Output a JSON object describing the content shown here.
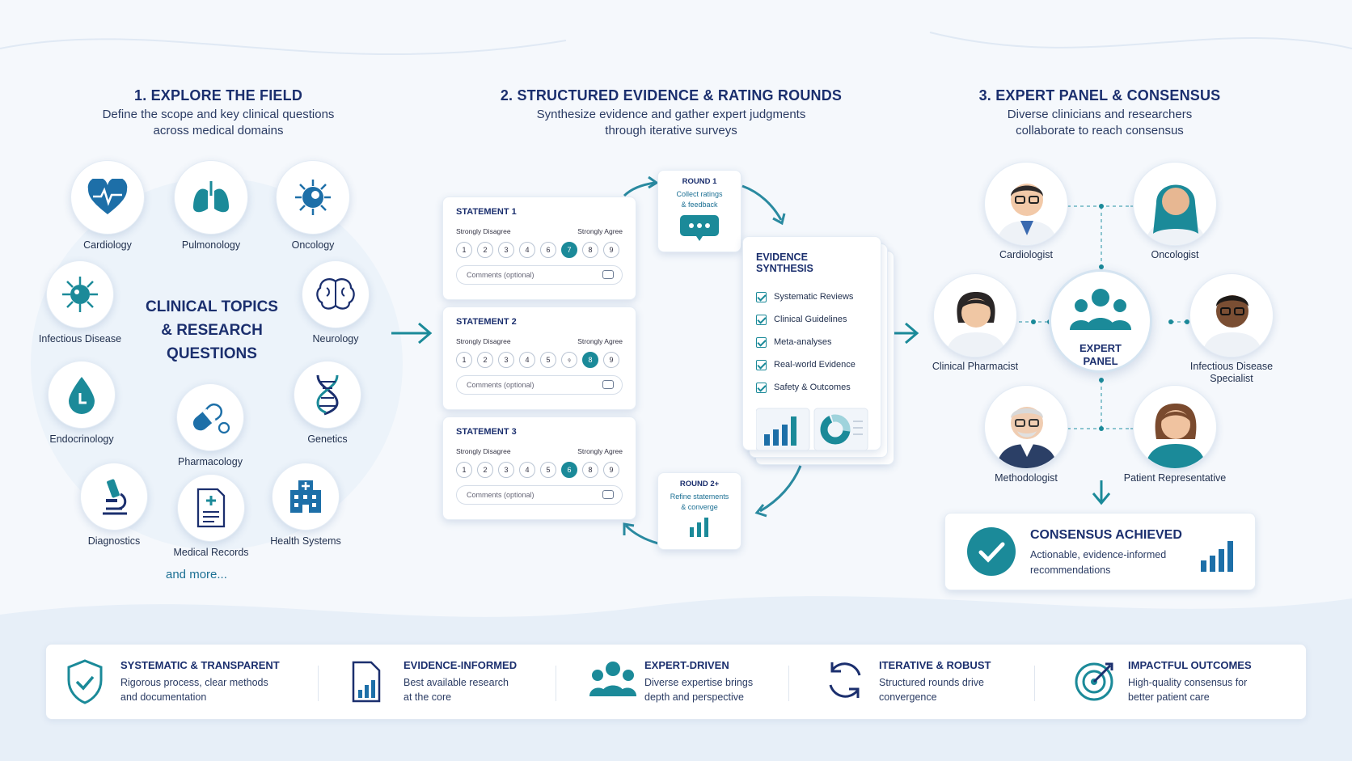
{
  "sections": [
    {
      "title": "1. EXPLORE THE FIELD",
      "subtitle_1": "Define the scope and key clinical questions",
      "subtitle_2": "across medical domains"
    },
    {
      "title": "2. STRUCTURED EVIDENCE & RATING ROUNDS",
      "subtitle_1": "Synthesize evidence and gather expert judgments",
      "subtitle_2": "through iterative surveys"
    },
    {
      "title": "3. EXPERT PANEL & CONSENSUS",
      "subtitle_1": "Diverse clinicians and researchers",
      "subtitle_2": "collaborate to reach consensus"
    }
  ],
  "topics": {
    "hub_1": "CLINICAL TOPICS",
    "hub_2": "& RESEARCH",
    "hub_3": "QUESTIONS",
    "items": [
      "Cardiology",
      "Pulmonology",
      "Oncology",
      "Infectious Disease",
      "Neurology",
      "Endocrinology",
      "Pharmacology",
      "Genetics",
      "Diagnostics",
      "Medical Records",
      "Health Systems"
    ],
    "more": "and more..."
  },
  "statements": [
    {
      "title": "STATEMENT 1",
      "low": "Strongly Disagree",
      "high": "Strongly Agree",
      "nums": [
        "1",
        "2",
        "3",
        "4",
        "6",
        "7",
        "8",
        "9"
      ],
      "selected": 5,
      "comment": "Comments (optional)"
    },
    {
      "title": "STATEMENT 2",
      "low": "Strongly Disagree",
      "high": "Strongly Agree",
      "nums": [
        "1",
        "2",
        "3",
        "4",
        "5",
        "ꝰ",
        "8",
        "9"
      ],
      "selected": 6,
      "comment": "Comments (optional)"
    },
    {
      "title": "STATEMENT 3",
      "low": "Strongly Disagree",
      "high": "Strongly Agree",
      "nums": [
        "1",
        "2",
        "3",
        "4",
        "5",
        "6",
        "8",
        "9"
      ],
      "selected": 5,
      "comment": "Comments (optional)"
    }
  ],
  "rounds": [
    {
      "title": "ROUND 1",
      "sub_1": "Collect ratings",
      "sub_2": "& feedback"
    },
    {
      "title": "ROUND 2+",
      "sub_1": "Refine statements",
      "sub_2": "& converge"
    }
  ],
  "synthesis": {
    "title": "EVIDENCE SYNTHESIS",
    "items": [
      "Systematic Reviews",
      "Clinical Guidelines",
      "Meta-analyses",
      "Real-world Evidence",
      "Safety & Outcomes"
    ]
  },
  "panel": {
    "center_1": "EXPERT",
    "center_2": "PANEL",
    "people": [
      "Cardiologist",
      "Oncologist",
      "Clinical Pharmacist",
      "Infectious Disease",
      "Specialist",
      "Methodologist",
      "Patient Representative"
    ]
  },
  "consensus": {
    "title": "CONSENSUS ACHIEVED",
    "sub_1": "Actionable, evidence-informed",
    "sub_2": "recommendations"
  },
  "features": [
    {
      "title": "SYSTEMATIC & TRANSPARENT",
      "sub_1": "Rigorous process, clear methods",
      "sub_2": "and documentation"
    },
    {
      "title": "EVIDENCE-INFORMED",
      "sub_1": "Best available research",
      "sub_2": "at the core"
    },
    {
      "title": "EXPERT-DRIVEN",
      "sub_1": "Diverse expertise brings",
      "sub_2": "depth and perspective"
    },
    {
      "title": "ITERATIVE & ROBUST",
      "sub_1": "Structured rounds drive",
      "sub_2": "convergence"
    },
    {
      "title": "IMPACTFUL OUTCOMES",
      "sub_1": "High-quality consensus for",
      "sub_2": "better patient care"
    }
  ],
  "colors": {
    "navy": "#1b2f6e",
    "teal": "#1b8a99",
    "blue": "#1d6fa8"
  }
}
